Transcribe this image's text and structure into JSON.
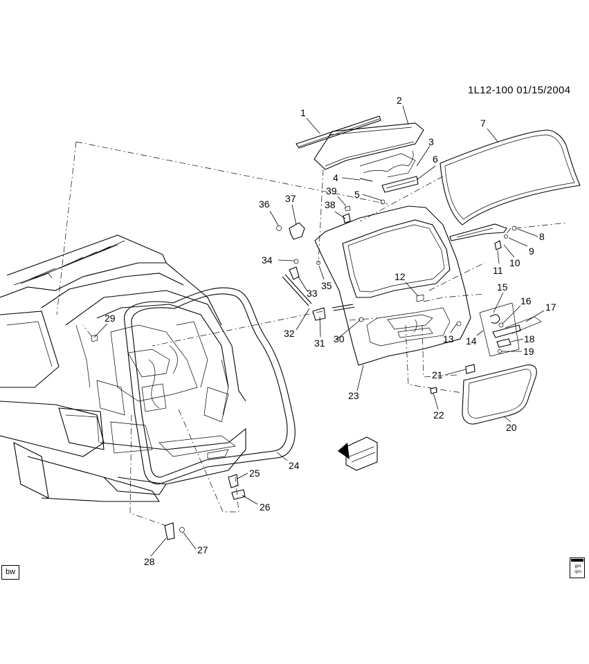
{
  "header": {
    "diagram_id": "1L12-100 01/15/2004"
  },
  "footer": {
    "left_tag": "bw",
    "logo_line1": "gm",
    "logo_line2": "spo"
  },
  "callouts": [
    {
      "id": "c1",
      "label": "1"
    },
    {
      "id": "c2",
      "label": "2"
    },
    {
      "id": "c3",
      "label": "3"
    },
    {
      "id": "c4",
      "label": "4"
    },
    {
      "id": "c5",
      "label": "5"
    },
    {
      "id": "c6",
      "label": "6"
    },
    {
      "id": "c7",
      "label": "7"
    },
    {
      "id": "c8",
      "label": "8"
    },
    {
      "id": "c9",
      "label": "9"
    },
    {
      "id": "c10",
      "label": "10"
    },
    {
      "id": "c11",
      "label": "11"
    },
    {
      "id": "c12",
      "label": "12"
    },
    {
      "id": "c13",
      "label": "13"
    },
    {
      "id": "c14",
      "label": "14"
    },
    {
      "id": "c15",
      "label": "15"
    },
    {
      "id": "c16",
      "label": "16"
    },
    {
      "id": "c17",
      "label": "17"
    },
    {
      "id": "c18",
      "label": "18"
    },
    {
      "id": "c19",
      "label": "19"
    },
    {
      "id": "c20",
      "label": "20"
    },
    {
      "id": "c21",
      "label": "21"
    },
    {
      "id": "c22",
      "label": "22"
    },
    {
      "id": "c23",
      "label": "23"
    },
    {
      "id": "c24",
      "label": "24"
    },
    {
      "id": "c25",
      "label": "25"
    },
    {
      "id": "c26",
      "label": "26"
    },
    {
      "id": "c27",
      "label": "27"
    },
    {
      "id": "c28",
      "label": "28"
    },
    {
      "id": "c29",
      "label": "29"
    },
    {
      "id": "c30",
      "label": "30"
    },
    {
      "id": "c31",
      "label": "31"
    },
    {
      "id": "c32",
      "label": "32"
    },
    {
      "id": "c33",
      "label": "33"
    },
    {
      "id": "c34",
      "label": "34"
    },
    {
      "id": "c35",
      "label": "35"
    },
    {
      "id": "c36",
      "label": "36"
    },
    {
      "id": "c37",
      "label": "37"
    },
    {
      "id": "c38",
      "label": "38"
    },
    {
      "id": "c39",
      "label": "39"
    }
  ]
}
